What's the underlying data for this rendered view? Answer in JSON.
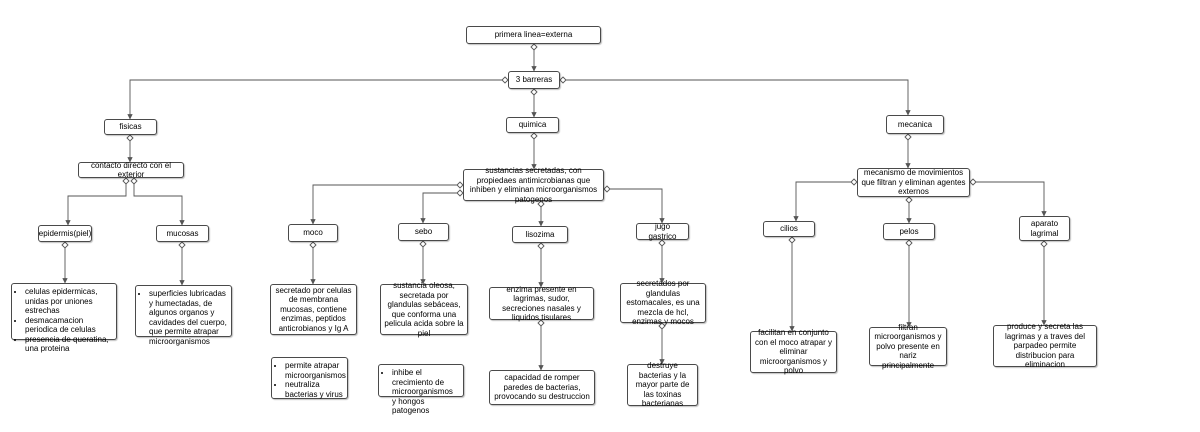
{
  "nodes": {
    "root": "primera linea=externa",
    "barreras": "3 barreras",
    "fisicas": "fisicas",
    "quimica": "quimica",
    "mecanica": "mecanica",
    "contacto": "contacto directo con el exterior",
    "epidermis": "epidermis(piel)",
    "mucosas": "mucosas",
    "epidermis_desc": [
      "celulas epidermicas, unidas por uniones estrechas",
      "desmacamacion periodica de celulas",
      "presencia de queratina, una proteina"
    ],
    "mucosas_desc": [
      "superficies lubricadas y humectadas, de algunos organos y cavidades del cuerpo, que permite atrapar microorganismos"
    ],
    "sustancias": "sustancias secretadas, con propiedaes antimicrobianas que inhiben y eliminan microorganismos patogenos",
    "moco": "moco",
    "sebo": "sebo",
    "lisozima": "lisozima",
    "jugo": "jugo gastrico",
    "moco_desc": "secretado por celulas de membrana mucosas, contiene enzimas, peptidos anticrobianos y Ig A",
    "moco_list": [
      "permite atrapar microorganismos",
      "neutraliza bacterias y virus"
    ],
    "sebo_desc": "sustancia oleosa, secretada por glandulas sebáceas, que conforma una pelicula acida sobre la piel",
    "sebo_list": [
      "inhibe el crecimiento de microorganismos y hongos patogenos"
    ],
    "lisozima_desc": "enzima presente en lagrimas, sudor, secreciones nasales y liquidos tisulares",
    "lisozima_result": "capacidad de romper paredes de bacterias, provocando su destruccion",
    "jugo_desc": "secretados por glandulas estomacales, es una mezcla de hcl, enzimas y mocos",
    "jugo_result": "destruye bacterias y la mayor parte de las toxinas bacterianas",
    "mecanismo": "mecanismo de movimientos que filtran y eliminan agentes externos",
    "cilios": "cilios",
    "pelos": "pelos",
    "aparato": "aparato lagrimal",
    "cilios_desc": "facilitan en conjunto con el moco atrapar y eliminar microorganismos y polvo",
    "pelos_desc": "filtran microorganismos y polvo presente en nariz principalmente",
    "aparato_desc": "produce y secreta las lagrimas y a traves del parpadeo permite distribucion para eliminacion"
  },
  "colors": {
    "border": "#4a4a4a",
    "line": "#555555"
  }
}
